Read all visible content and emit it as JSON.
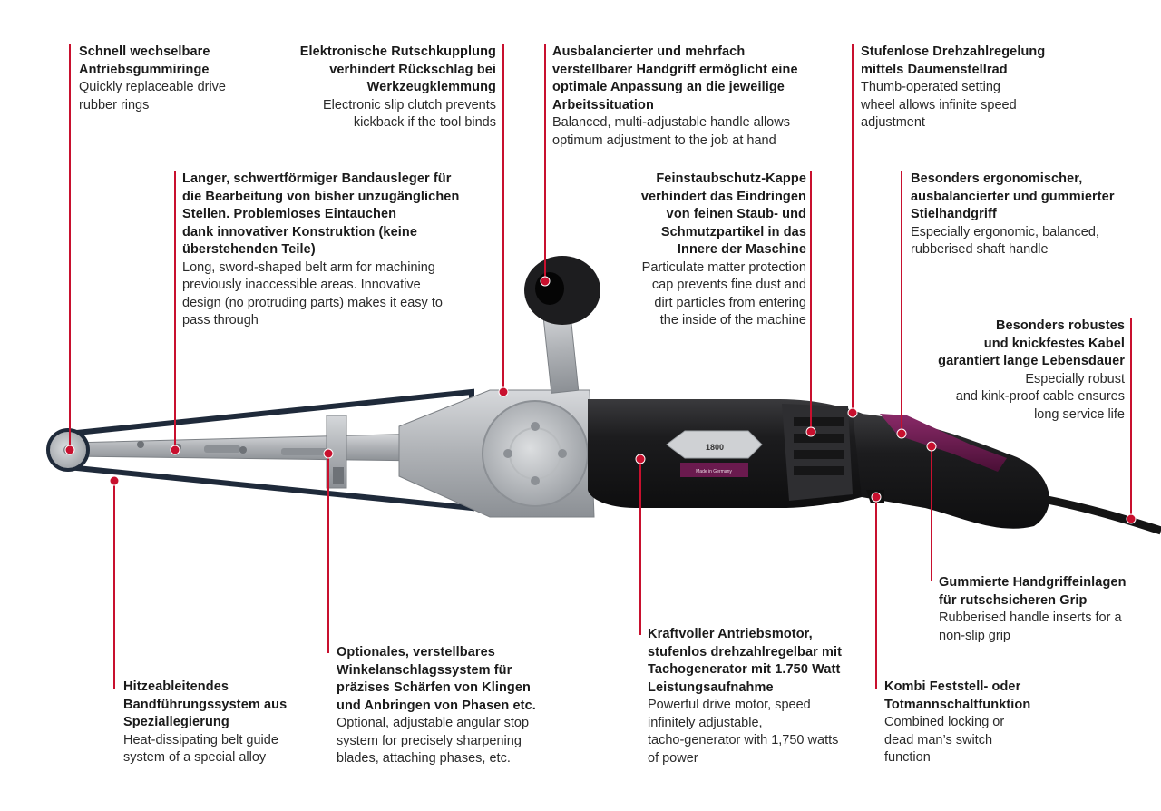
{
  "colors": {
    "accent": "#c8102e",
    "tool_body": "#1b1b1d",
    "tool_accent": "#6a1a4e",
    "metal": "#b9bcc0"
  },
  "badge": {
    "model": "1800",
    "brand_line": "Made in Germany"
  },
  "callouts": {
    "c1": {
      "de": "Schnell wechselbare\nAntriebsgummiringe",
      "en": "Quickly replaceable drive\nrubber rings"
    },
    "c2": {
      "de": "Elektronische Rutschkupplung\nverhindert Rückschlag bei\nWerkzeugklemmung",
      "en": "Electronic slip clutch prevents\nkickback if the tool binds"
    },
    "c3": {
      "de": "Ausbalancierter und mehrfach\nverstellbarer Handgriff ermöglicht eine\noptimale Anpassung an die jeweilige\nArbeitssituation",
      "en": "Balanced, multi-adjustable handle allows\noptimum adjustment to the job at hand"
    },
    "c4": {
      "de": "Stufenlose Drehzahlregelung\nmittels Daumenstellrad",
      "en": "Thumb-operated setting\nwheel allows infinite speed\nadjustment"
    },
    "c5": {
      "de": "Langer, schwertförmiger Bandausleger für\ndie Bearbeitung von bisher unzugänglichen\nStellen. Problemloses Eintauchen\ndank innovativer Konstruktion (keine\nüberstehenden Teile)",
      "en": "Long, sword-shaped belt arm for machining\npreviously inaccessible areas. Innovative\ndesign (no protruding parts) makes it easy to\npass through"
    },
    "c6": {
      "de": "Feinstaubschutz-Kappe\nverhindert das Eindringen\nvon feinen Staub- und\nSchmutzpartikel in das\nInnere der Maschine",
      "en": "Particulate matter protection\ncap prevents fine dust and\ndirt particles from entering\nthe inside of the machine"
    },
    "c7": {
      "de": "Besonders ergonomischer,\nausbalancierter und gummierter\nStielhandgriff",
      "en": "Especially ergonomic, balanced,\nrubberised shaft handle"
    },
    "c8": {
      "de": "Besonders robustes\nund knickfestes Kabel\ngarantiert lange Lebensdauer",
      "en": "Especially robust\nand kink-proof cable ensures\nlong service life"
    },
    "c9": {
      "de": "Gummierte Handgriffeinlagen\nfür rutschsicheren Grip",
      "en": "Rubberised handle inserts for a\nnon-slip grip"
    },
    "c10": {
      "de": "Hitzeableitendes\nBandführungssystem aus\nSpeziallegierung",
      "en": "Heat-dissipating belt guide\nsystem of a special alloy"
    },
    "c11": {
      "de": "Optionales, verstellbares\nWinkelanschlagssystem für\npräzises Schärfen von Klingen\nund Anbringen von Phasen etc.",
      "en": "Optional, adjustable angular stop\nsystem for precisely sharpening\nblades, attaching phases, etc."
    },
    "c12": {
      "de": "Kraftvoller Antriebsmotor,\nstufenlos drehzahlregelbar mit\nTachogenerator mit 1.750 Watt\nLeistungsaufnahme",
      "en": "Powerful drive motor, speed\ninfinitely adjustable,\ntacho-generator with 1,750 watts\nof power"
    },
    "c13": {
      "de": "Kombi Feststell- oder\nTotmannschaltfunktion",
      "en": "Combined locking or\ndead man’s switch\nfunction"
    }
  }
}
